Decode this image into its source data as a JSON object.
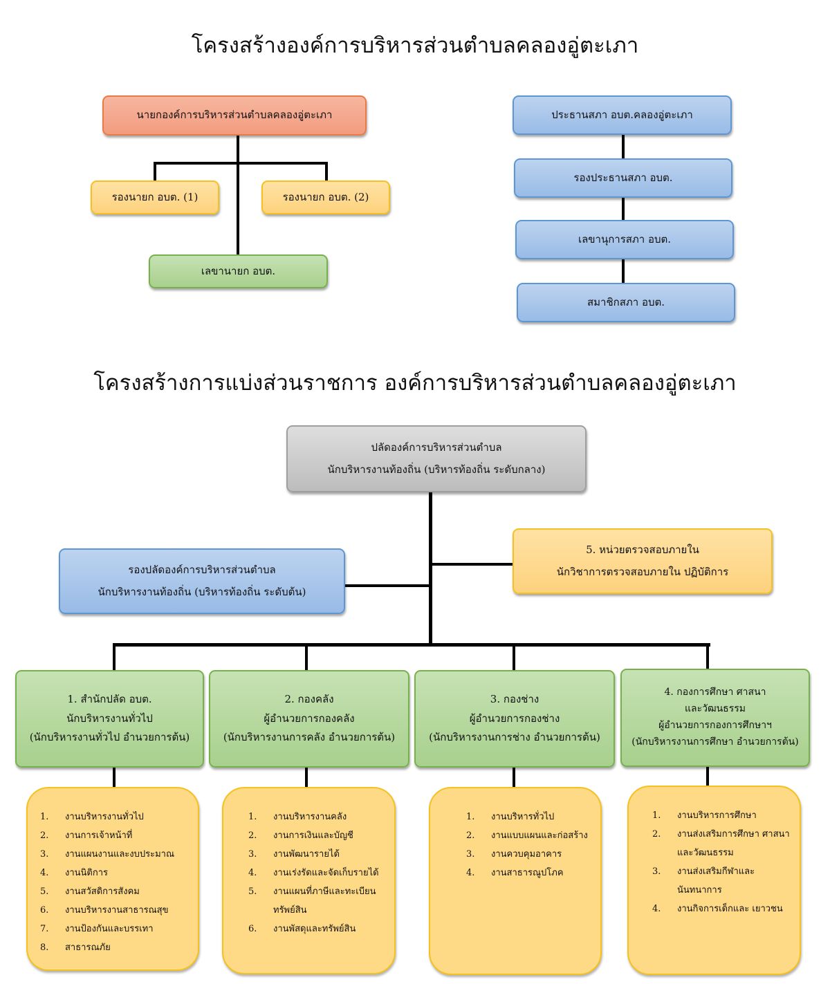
{
  "title1": "โครงสร้างองค์การบริหารส่วนตำบลคลองอู่ตะเภา",
  "title2": "โครงสร้างการแบ่งส่วนราชการ องค์การบริหารส่วนตำบลคลองอู่ตะเภา",
  "top_left": {
    "mayor": "นายกองค์การบริหารส่วนตำบลคลองอู่ตะเภา",
    "deputy1": "รองนายก อบต. (1)",
    "deputy2": "รองนายก อบต. (2)",
    "secretary": "เลขานายก อบต."
  },
  "council": [
    "ประธานสภา อบต.คลองอู่ตะเภา",
    "รองประธานสภา อบต.",
    "เลขานุการสภา อบต.",
    "สมาชิกสภา อบต."
  ],
  "palad": [
    "ปลัดองค์การบริหารส่วนตำบล",
    "นักบริหารงานท้องถิ่น (บริหารท้องถิ่น ระดับกลาง)"
  ],
  "deputy_palad": [
    "รองปลัดองค์การบริหารส่วนตำบล",
    "นักบริหารงานท้องถิ่น (บริหารท้องถิ่น ระดับต้น)"
  ],
  "audit": [
    "5. หน่วยตรวจสอบภายใน",
    "นักวิชาการตรวจสอบภายใน ปฏิบัติการ"
  ],
  "divisions": [
    {
      "lines": [
        "1. สำนักปลัด อบต.",
        "นักบริหารงานทั่วไป",
        "(นักบริหารงานทั่วไป อำนวยการต้น)"
      ],
      "items": [
        {
          "num": "1.",
          "text": "งานบริหารงานทั่วไป"
        },
        {
          "num": "2.",
          "text": "งานการเจ้าหน้าที่"
        },
        {
          "num": "3.",
          "text": "งานแผนงานและงบประมาณ"
        },
        {
          "num": "4.",
          "text": "งานนิติการ"
        },
        {
          "num": "5.",
          "text": "งานสวัสดิการสังคม"
        },
        {
          "num": "6.",
          "text": "งานบริหารงานสาธารณสุข"
        },
        {
          "num": "7.",
          "text": "งานป้องกันและบรรเทา"
        },
        {
          "num": "8.",
          "text": "สาธารณภัย"
        }
      ]
    },
    {
      "lines": [
        "2. กองคลัง",
        "ผู้อำนวยการกองคลัง",
        "(นักบริหารงานการคลัง อำนวยการต้น)"
      ],
      "items": [
        {
          "num": "1.",
          "text": "งานบริหารงานคลัง"
        },
        {
          "num": "2.",
          "text": "งานการเงินและบัญชี"
        },
        {
          "num": "3.",
          "text": "งานพัฒนารายได้"
        },
        {
          "num": "4.",
          "text": "งานเร่งรัดและจัดเก็บรายได้"
        },
        {
          "num": "5.",
          "text": "งานแผนที่ภาษีและทะเบียน",
          "cont": "ทรัพย์สิน"
        },
        {
          "num": "6.",
          "text": "งานพัสดุและทรัพย์สิน"
        }
      ]
    },
    {
      "lines": [
        "3. กองช่าง",
        "ผู้อำนวยการกองช่าง",
        "(นักบริหารงานการช่าง อำนวยการต้น)"
      ],
      "items": [
        {
          "num": "1.",
          "text": "งานบริหารทั่วไป"
        },
        {
          "num": "2.",
          "text": "งานแบบแผนและก่อสร้าง"
        },
        {
          "num": "3.",
          "text": "งานควบคุมอาคาร"
        },
        {
          "num": "4.",
          "text": "งานสาธารณูปโภค"
        }
      ]
    },
    {
      "lines": [
        "4. กองการศึกษา ศาสนา",
        "และวัฒนธรรม",
        "ผู้อำนวยการกองการศึกษาฯ",
        "(นักบริหารงานการศึกษา อำนวยการต้น)"
      ],
      "items": [
        {
          "num": "1.",
          "text": "งานบริหารการศึกษา"
        },
        {
          "num": "2.",
          "text": "งานส่งเสริมการศึกษา ศาสนา",
          "cont": "และวัฒนธรรม"
        },
        {
          "num": "3.",
          "text": "งานส่งเสริมกีฬาและ",
          "cont": "นันทนาการ"
        },
        {
          "num": "4.",
          "text": "งานกิจการเด็กและ เยาวชน"
        }
      ]
    }
  ]
}
